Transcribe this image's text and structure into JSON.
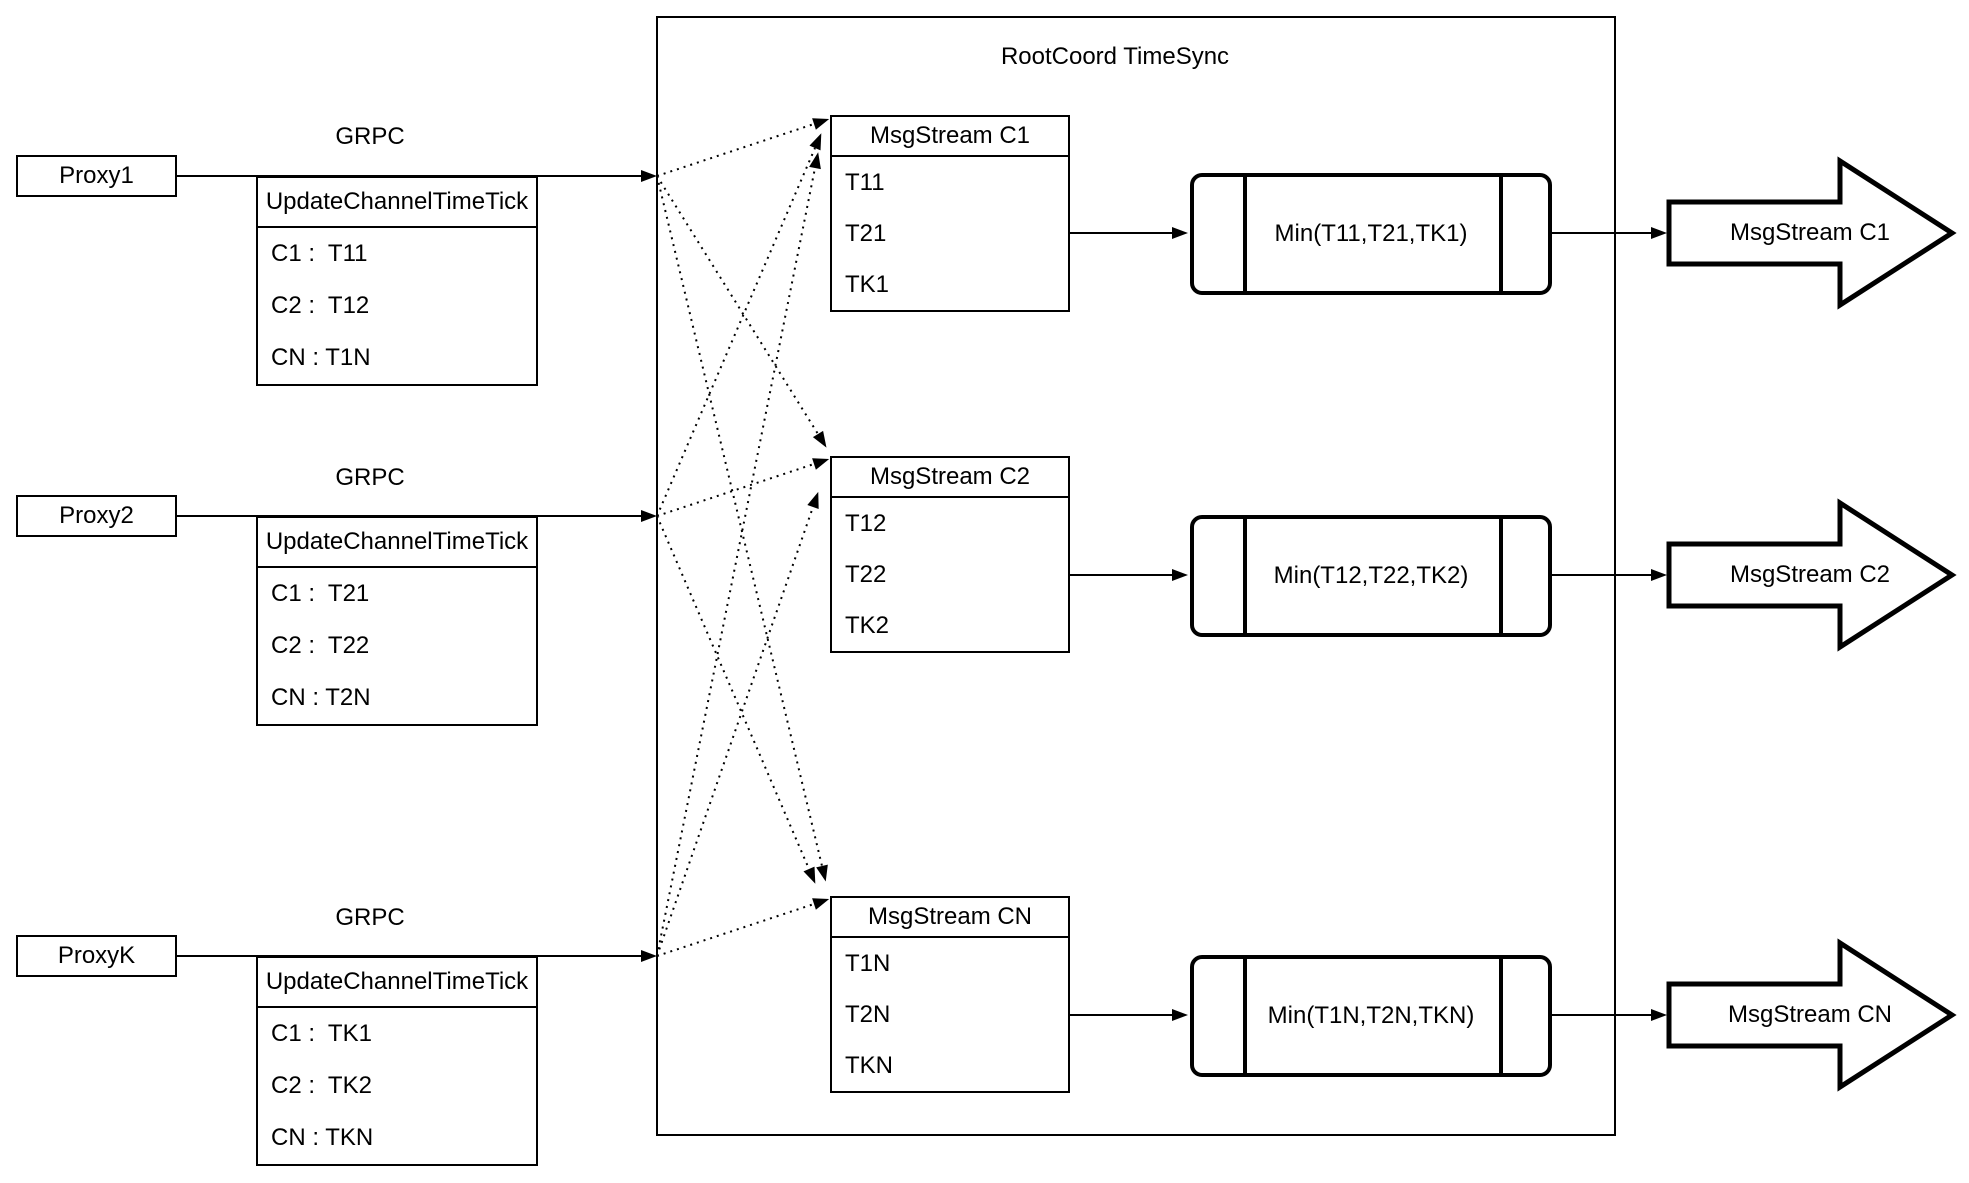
{
  "rootcoord": {
    "title": "RootCoord TimeSync"
  },
  "proxies": [
    {
      "name": "Proxy1",
      "protocol": "GRPC",
      "table_header": "UpdateChannelTimeTick",
      "rows": [
        "C1 :  T11",
        "C2 :  T12",
        "CN : T1N"
      ]
    },
    {
      "name": "Proxy2",
      "protocol": "GRPC",
      "table_header": "UpdateChannelTimeTick",
      "rows": [
        "C1 :  T21",
        "C2 :  T22",
        "CN : T2N"
      ]
    },
    {
      "name": "ProxyK",
      "protocol": "GRPC",
      "table_header": "UpdateChannelTimeTick",
      "rows": [
        "C1 :  TK1",
        "C2 :  TK2",
        "CN : TKN"
      ]
    }
  ],
  "streams": [
    {
      "header": "MsgStream C1",
      "rows": [
        "T11",
        "T21",
        "TK1"
      ],
      "min_label": "Min(T11,T21,TK1)",
      "output_label": "MsgStream C1"
    },
    {
      "header": "MsgStream C2",
      "rows": [
        "T12",
        "T22",
        "TK2"
      ],
      "min_label": "Min(T12,T22,TK2)",
      "output_label": "MsgStream C2"
    },
    {
      "header": "MsgStream CN",
      "rows": [
        "T1N",
        "T2N",
        "TKN"
      ],
      "min_label": "Min(T1N,T2N,TKN)",
      "output_label": "MsgStream CN"
    }
  ],
  "colors": {
    "stroke": "#000000",
    "background": "#ffffff"
  }
}
